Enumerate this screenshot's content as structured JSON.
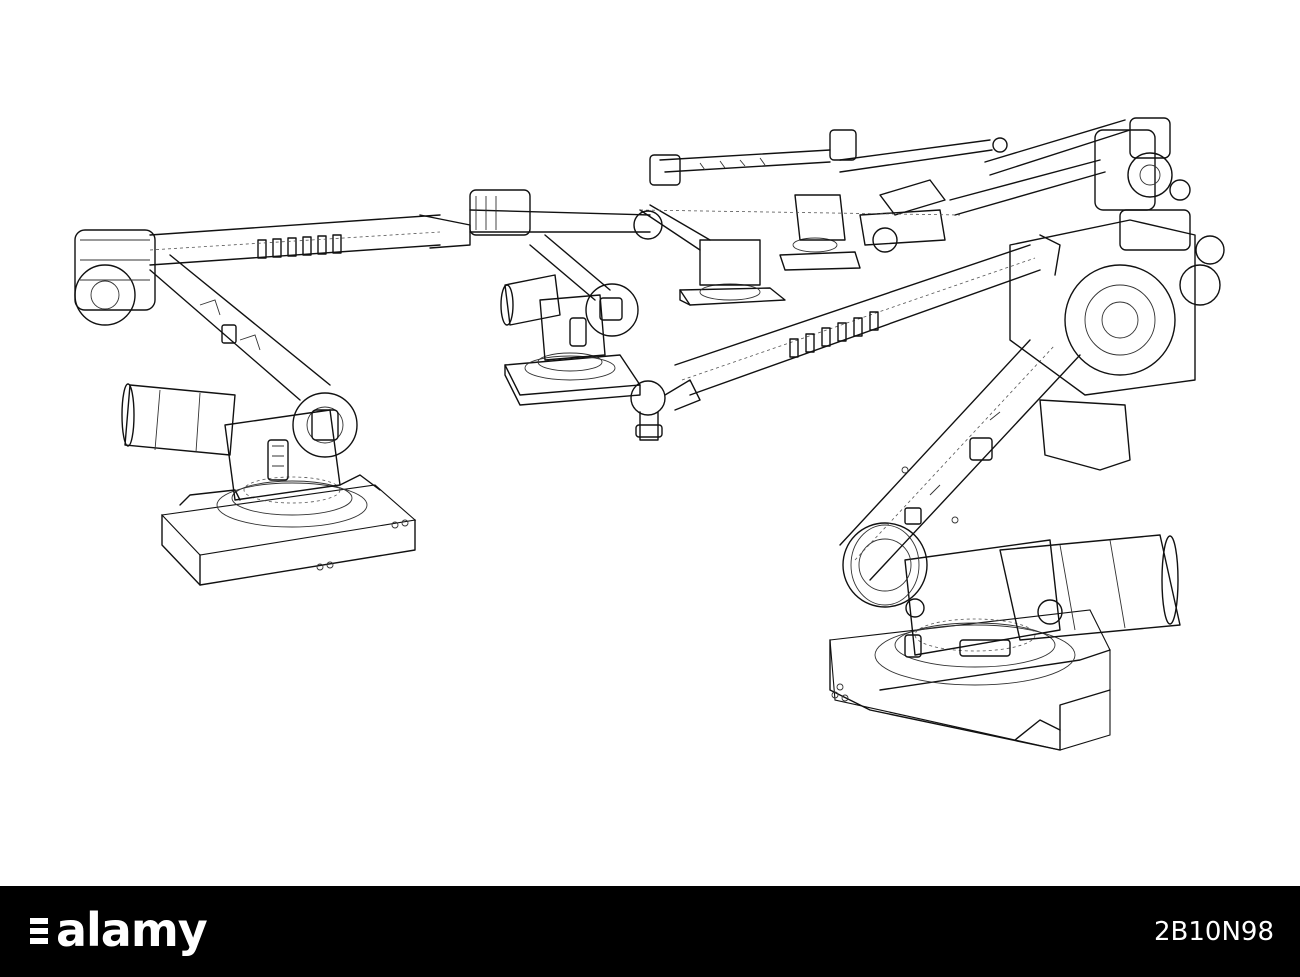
{
  "illustration": {
    "subject": "robot-arm-wireframe",
    "stroke_color": "#111111",
    "background_color": "#ffffff"
  },
  "footer": {
    "background_color": "#000000",
    "logo_text": "alamy",
    "image_id": "2B10N98",
    "text_color": "#ffffff"
  }
}
